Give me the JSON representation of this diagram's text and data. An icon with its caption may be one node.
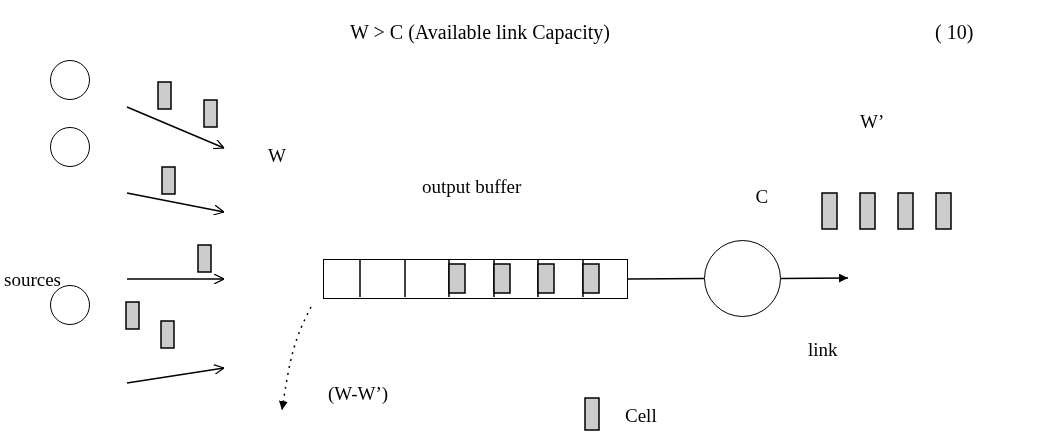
{
  "diagram": {
    "nodes": [
      {
        "text": [],
        "shape": "circle"
      },
      {
        "text": [],
        "shape": "circle"
      },
      {
        "text": [],
        "shape": "circle"
      },
      {
        "text": [],
        "shape": "box"
      },
      {
        "text": [],
        "shape": "circle",
        "beside": [
          "C"
        ]
      }
    ],
    "edges": [
      {
        "from": 3,
        "to": 4,
        "arrow": "none"
      },
      {
        "from": 4,
        "to": null,
        "arrow": "to"
      },
      {
        "from": 3,
        "to": null,
        "arrow": "to",
        "style": "dashed"
      }
    ],
    "labels": [
      "W > C (Available link Capacity)",
      "( 10)",
      "W’",
      "W",
      "output buffer",
      "sources",
      "link",
      "(W-W’)"
    ],
    "legend": [
      {
        "text": "Cell"
      }
    ]
  }
}
